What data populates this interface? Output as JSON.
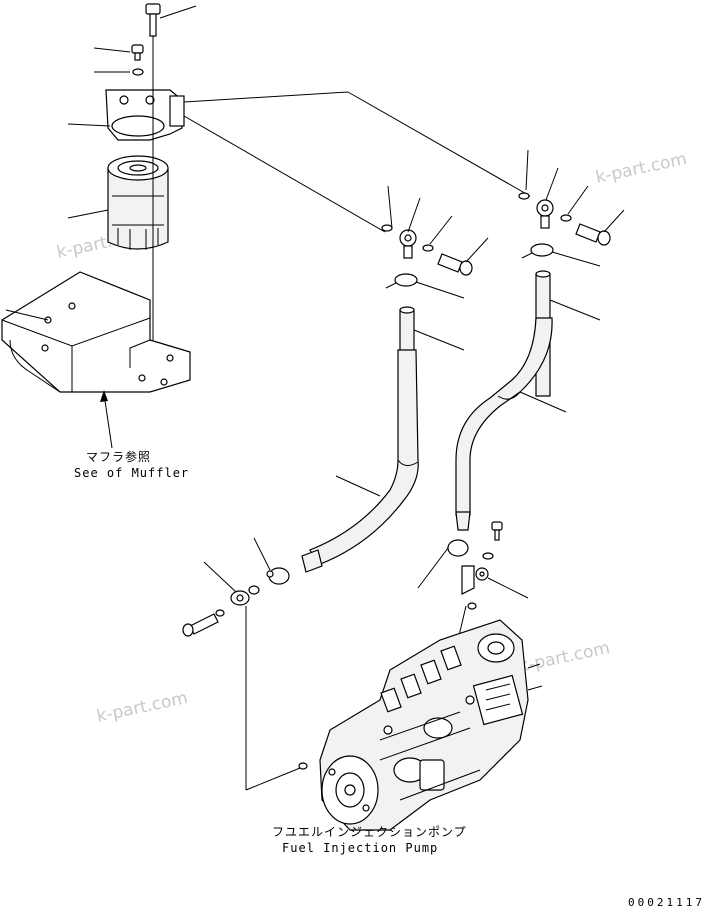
{
  "labels": {
    "muffler_jp": "マフラ参照",
    "muffler_en": "See of Muffler",
    "pump_jp": "フユエルインジェクションポンプ",
    "pump_en": "Fuel Injection Pump"
  },
  "watermarks": [
    "k-part.com",
    "k-part.com",
    "k-part.com",
    "k-part.com"
  ],
  "drawing_code": "00021117"
}
